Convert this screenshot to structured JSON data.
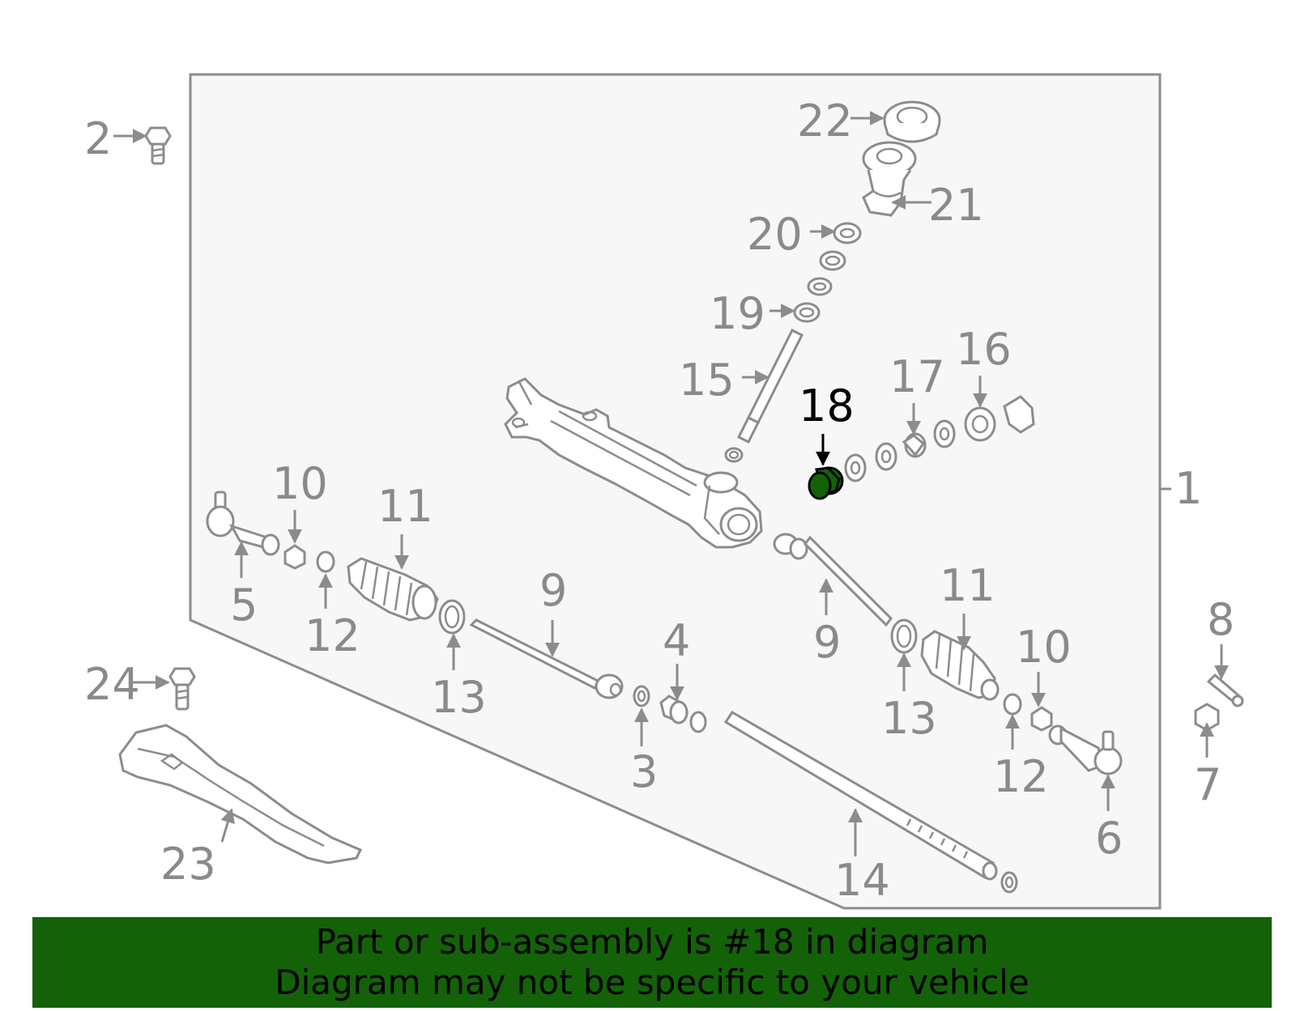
{
  "diagram": {
    "highlight_color": "#136208",
    "highlighted_part": "18",
    "callouts": [
      {
        "id": "c1",
        "label": "1"
      },
      {
        "id": "c2",
        "label": "2"
      },
      {
        "id": "c3",
        "label": "3"
      },
      {
        "id": "c4",
        "label": "4"
      },
      {
        "id": "c5",
        "label": "5"
      },
      {
        "id": "c6",
        "label": "6"
      },
      {
        "id": "c7",
        "label": "7"
      },
      {
        "id": "c8",
        "label": "8"
      },
      {
        "id": "c9a",
        "label": "9"
      },
      {
        "id": "c9b",
        "label": "9"
      },
      {
        "id": "c10a",
        "label": "10"
      },
      {
        "id": "c10b",
        "label": "10"
      },
      {
        "id": "c11a",
        "label": "11"
      },
      {
        "id": "c11b",
        "label": "11"
      },
      {
        "id": "c12a",
        "label": "12"
      },
      {
        "id": "c12b",
        "label": "12"
      },
      {
        "id": "c13a",
        "label": "13"
      },
      {
        "id": "c13b",
        "label": "13"
      },
      {
        "id": "c14",
        "label": "14"
      },
      {
        "id": "c15",
        "label": "15"
      },
      {
        "id": "c16",
        "label": "16"
      },
      {
        "id": "c17",
        "label": "17"
      },
      {
        "id": "c18",
        "label": "18"
      },
      {
        "id": "c19",
        "label": "19"
      },
      {
        "id": "c20",
        "label": "20"
      },
      {
        "id": "c21",
        "label": "21"
      },
      {
        "id": "c22",
        "label": "22"
      },
      {
        "id": "c23",
        "label": "23"
      },
      {
        "id": "c24",
        "label": "24"
      }
    ]
  },
  "banner": {
    "line1": "Part or sub-assembly is #18 in diagram",
    "line2": "Diagram may not be specific to your vehicle"
  }
}
